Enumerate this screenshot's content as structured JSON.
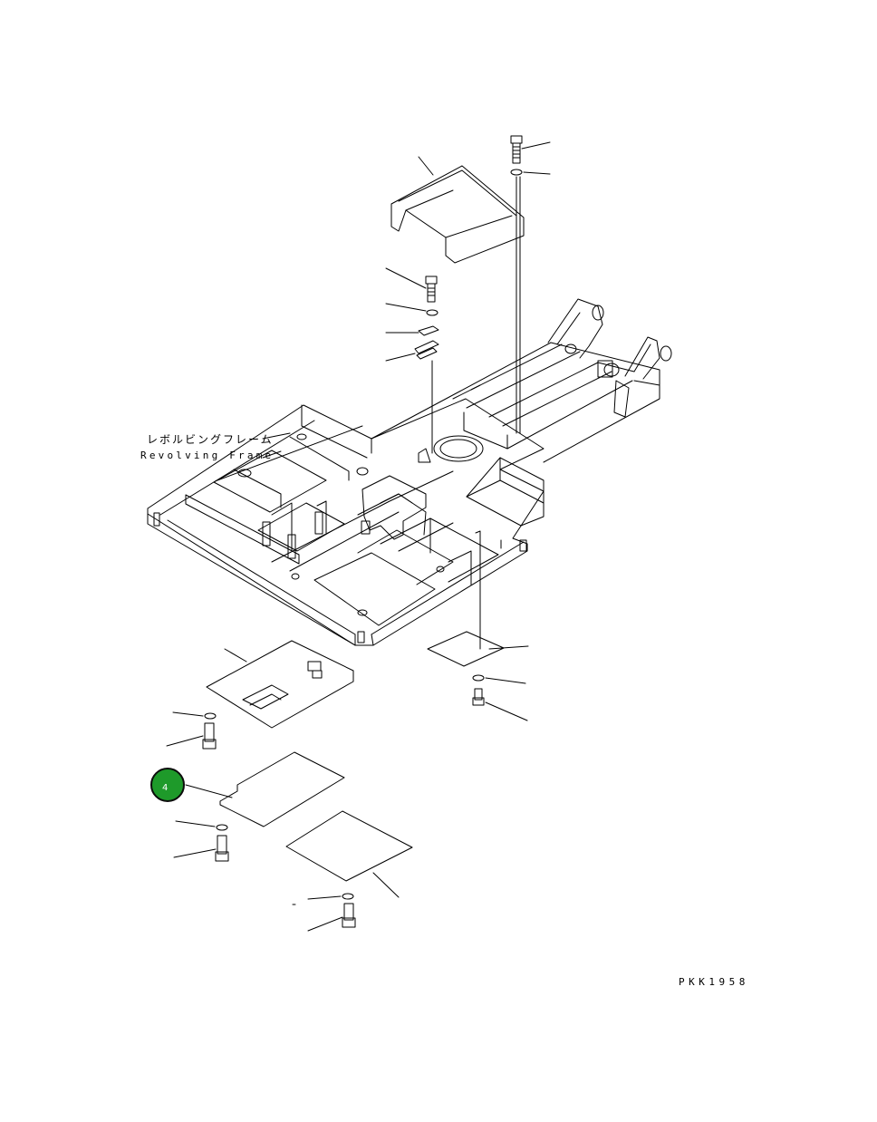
{
  "labels": {
    "revolving_frame_jp": "レボルビングフレーム",
    "revolving_frame_en": "Revolving Frame",
    "drawing_code": "PKK1958"
  },
  "callouts": [
    {
      "number": "4",
      "color": "#1e9a2a"
    }
  ]
}
